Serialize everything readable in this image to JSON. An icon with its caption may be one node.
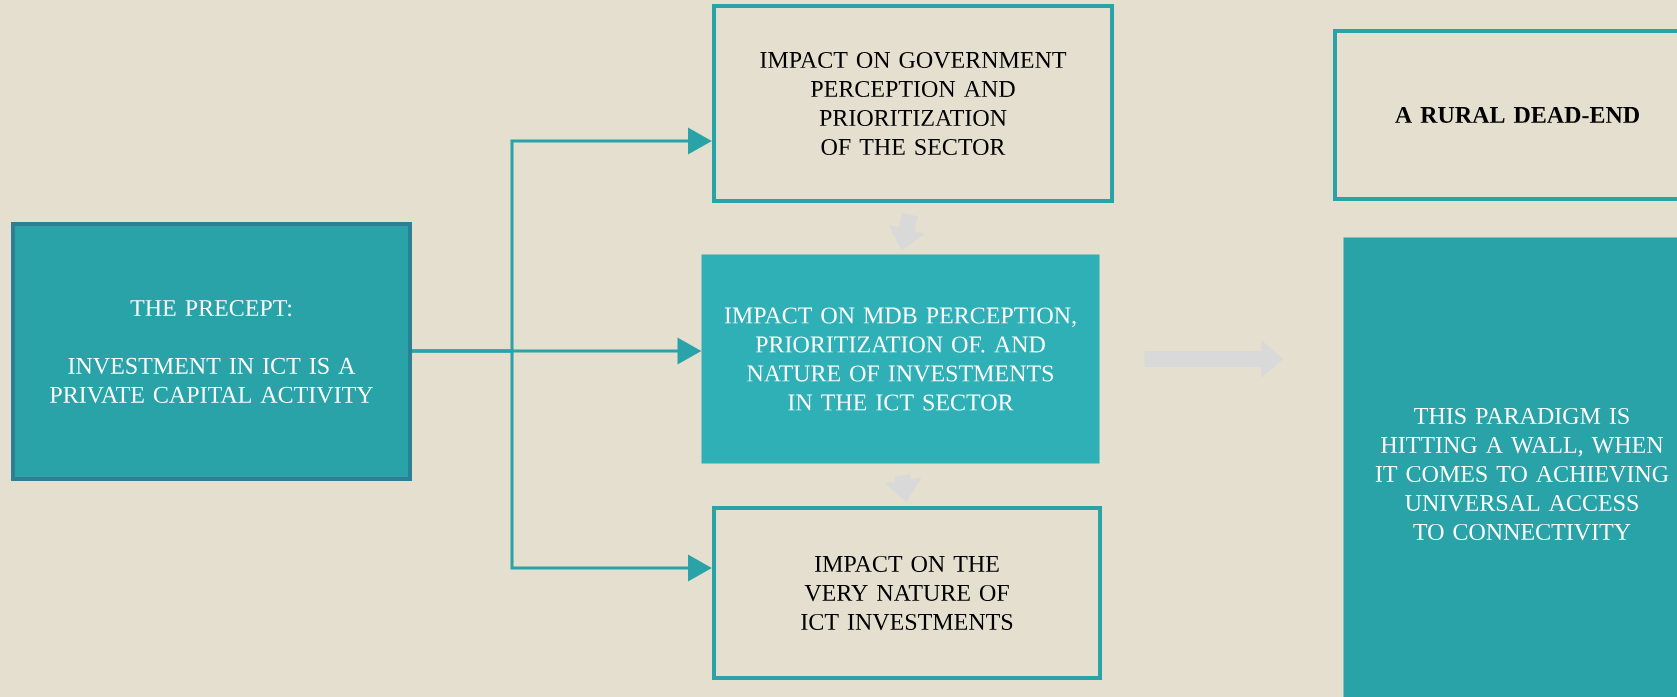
{
  "diagram": {
    "nodes": [
      {
        "text": [
          "THE PRECEPT:",
          "INVESTMENT IN ICT IS A PRIVATE CAPITAL ACTIVITY"
        ]
      },
      {
        "text": [
          "IMPACT ON GOVERNMENT PERCEPTION AND PRIORITIZATION OF THE SECTOR"
        ]
      },
      {
        "text": [
          "IMPACT ON MDB PERCEPTION, PRIORITIZATION OF. AND NATURE OF INVESTMENTS IN THE ICT SECTOR"
        ]
      },
      {
        "text": [
          "IMPACT ON THE VERY NATURE OF ICT INVESTMENTS"
        ]
      },
      {
        "text": [
          "A RURAL DEAD-END"
        ]
      },
      {
        "text": [
          "THIS PARADIGM IS HITTING A WALL, WHEN IT COMES TO ACHIEVING UNIVERSAL ACCESS TO CONNECTIVITY"
        ]
      }
    ],
    "edges": [
      {
        "from": 0,
        "to": 1,
        "arrow": "to"
      },
      {
        "from": 0,
        "to": 2,
        "arrow": "to"
      },
      {
        "from": 0,
        "to": 3,
        "arrow": "to"
      },
      {
        "from": 1,
        "to": 2,
        "arrow": "to",
        "style": "thick",
        "color": "#d9d9d9"
      },
      {
        "from": 2,
        "to": 3,
        "arrow": "to",
        "style": "thick",
        "color": "#d9d9d9"
      },
      {
        "from": 2,
        "to": 5,
        "arrow": "to",
        "style": "thick",
        "color": "#d9d9d9"
      }
    ]
  }
}
